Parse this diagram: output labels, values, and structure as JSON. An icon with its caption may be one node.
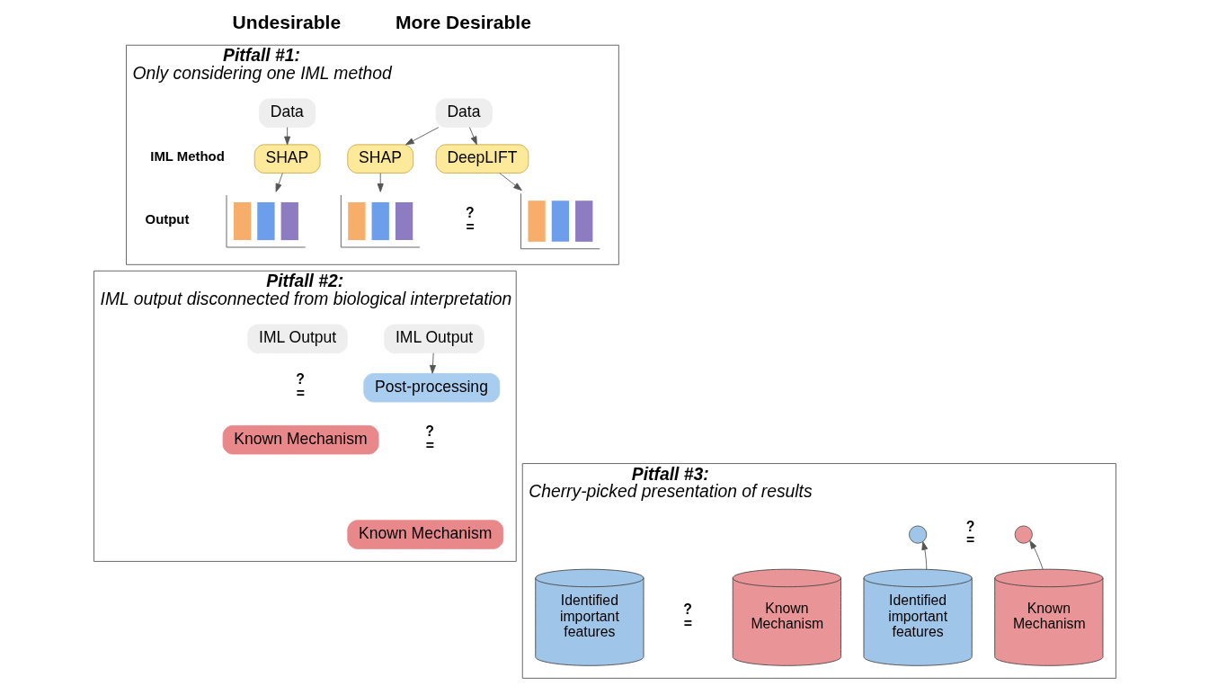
{
  "diagram": {
    "nodes": [
      {
        "text": [
          "Pitfall #1:",
          "Only considering one IML method"
        ]
      },
      {
        "text": [
          "Data"
        ],
        "in": 0
      },
      {
        "text": [
          "SHAP"
        ],
        "in": 0
      },
      {
        "text": [],
        "shape": "picture",
        "in": 0
      },
      {
        "text": [
          "Data"
        ],
        "in": 0
      },
      {
        "text": [
          "SHAP"
        ],
        "in": 0
      },
      {
        "text": [
          "DeepLIFT"
        ],
        "in": 0
      },
      {
        "text": [],
        "shape": "picture",
        "in": 0
      },
      {
        "text": [],
        "shape": "picture",
        "in": 0
      },
      {
        "text": [
          "Pitfall #2:",
          "IML output disconnected from biological interpretation"
        ]
      },
      {
        "text": [
          "IML Output"
        ],
        "in": 9
      },
      {
        "text": [
          "Known Mechanism"
        ],
        "in": 9
      },
      {
        "text": [
          "IML Output"
        ],
        "in": 9
      },
      {
        "text": [
          "Post-processing"
        ],
        "in": 9
      },
      {
        "text": [
          "Known Mechanism"
        ],
        "in": 9
      },
      {
        "text": [
          "Pitfall #3:",
          "Cherry-picked presentation of results"
        ]
      },
      {
        "text": [
          "Identified important features"
        ],
        "in": 15
      },
      {
        "text": [
          "Known Mechanism"
        ],
        "in": 15
      },
      {
        "text": [],
        "shape": "circle",
        "in": 15
      },
      {
        "text": [],
        "shape": "circle",
        "in": 15
      },
      {
        "text": [
          "Identified important features"
        ],
        "in": 15
      },
      {
        "text": [
          "Known Mechanism"
        ],
        "in": 15
      }
    ],
    "edges": [
      {
        "from": 1,
        "to": 2,
        "arrow": "to"
      },
      {
        "from": 2,
        "to": 3,
        "arrow": "to"
      },
      {
        "from": 4,
        "to": 5,
        "arrow": "to"
      },
      {
        "from": 4,
        "to": 6,
        "arrow": "to"
      },
      {
        "from": 5,
        "to": 7,
        "arrow": "to"
      },
      {
        "from": 6,
        "to": 8,
        "arrow": "to"
      },
      {
        "from": 12,
        "to": 13,
        "arrow": "to"
      },
      {
        "from": 16,
        "to": 18,
        "arrow": "to"
      },
      {
        "from": 17,
        "to": 19,
        "arrow": "to"
      }
    ],
    "labels": [
      "Undesirable",
      "More Desirable",
      "IML Method",
      "Output",
      "? =",
      "? =",
      "? =",
      "? =",
      "? ="
    ]
  }
}
